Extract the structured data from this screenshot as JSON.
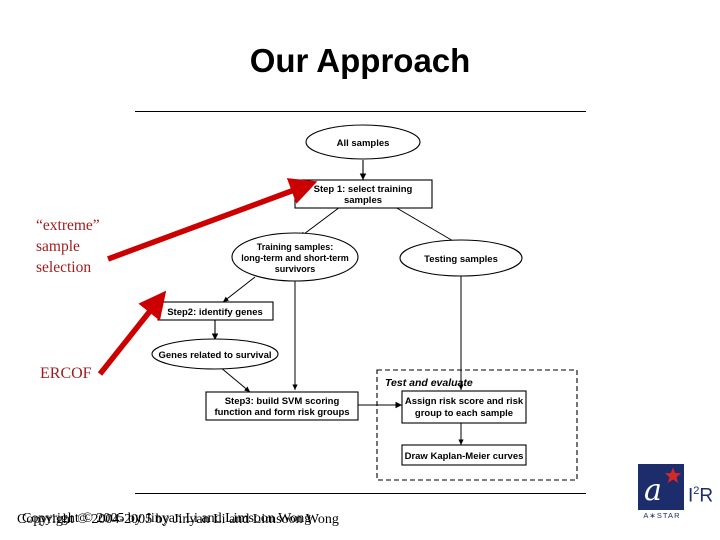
{
  "slide": {
    "title": "Our Approach"
  },
  "annotations": {
    "extreme_selection": "“extreme”\nsample\nselection",
    "ercof": "ERCOF",
    "red_color": "#cc0000",
    "text_color": "#9e1b1b"
  },
  "diagram": {
    "nodes": {
      "all_samples": "All samples",
      "step1": "Step 1: select training samples",
      "step1_line1": "Step 1: select training",
      "step1_line2": "samples",
      "training_samples_line1": "Training samples:",
      "training_samples_line2": "long-term and short-term",
      "training_samples_line3": "survivors",
      "testing_samples": "Testing samples",
      "step2": "Step2: identify genes",
      "genes_related": "Genes related to survival",
      "step3_line1": "Step3: build SVM scoring",
      "step3_line2": "function and form risk groups",
      "assign_line1": "Assign risk score and risk",
      "assign_line2": "group to each sample",
      "kaplan_meier": "Draw Kaplan-Meier curves"
    },
    "group_label": "Test and evaluate"
  },
  "footer": {
    "copyright_a": "Copyright © 2005 by Jinyan Li and Limsoon Wong",
    "copyright_b": "Copyright © 2004-2005 by Jinyan Li and Limsoon Wong"
  },
  "logo": {
    "letter": "a",
    "astar_text": "A∗STAR",
    "i2r_main": "I",
    "i2r_sup": "2",
    "i2r_tail": "R",
    "box_color": "#1d2d6b",
    "star_color": "#d62828"
  }
}
